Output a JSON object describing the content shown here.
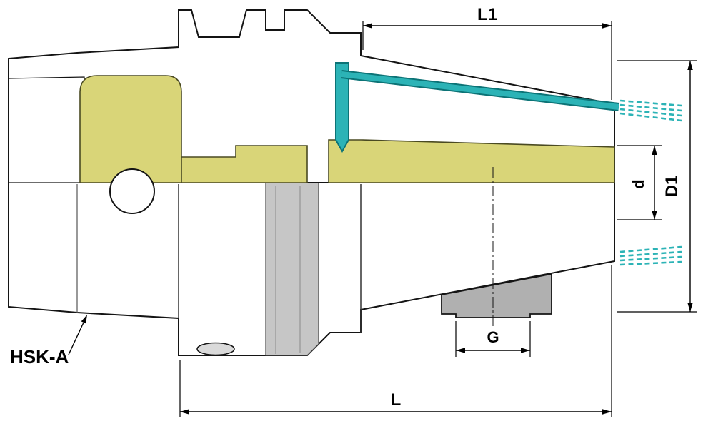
{
  "drawing": {
    "labels": {
      "length_l1": "L1",
      "diameter_d1": "D1",
      "diameter_d": "d",
      "thread_g": "G",
      "length_l": "L",
      "taper_callout": "HSK-A"
    },
    "colors": {
      "section_yellow": "#d9d578",
      "coolant_teal": "#2cb3b6",
      "coolant_teal_dark": "#0c7376",
      "body_gray": "#d6d6d6",
      "outline_black": "#141414"
    }
  }
}
